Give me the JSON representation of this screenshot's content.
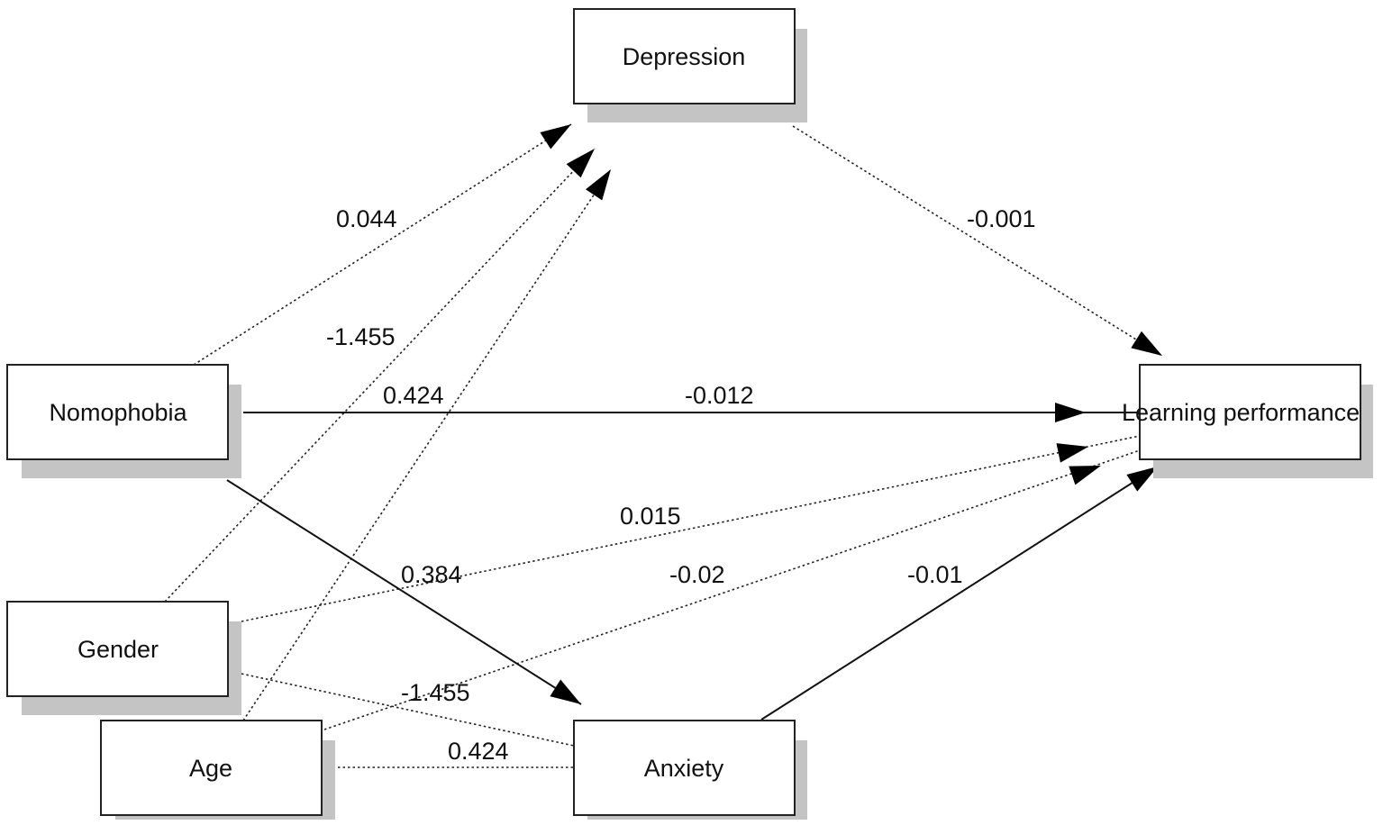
{
  "diagram": {
    "nodes": [
      {
        "id": "depression",
        "label": "Depression"
      },
      {
        "id": "nomophobia",
        "label": "Nomophobia"
      },
      {
        "id": "learning",
        "label": "Learning performance"
      },
      {
        "id": "gender",
        "label": "Gender"
      },
      {
        "id": "age",
        "label": "Age"
      },
      {
        "id": "anxiety",
        "label": "Anxiety"
      }
    ],
    "edges": [
      {
        "id": "nomo-dep",
        "from": "nomophobia",
        "to": "depression",
        "style": "dotted",
        "arrow": true,
        "label": "0.044"
      },
      {
        "id": "gender-dep",
        "from": "gender",
        "to": "depression",
        "style": "dotted",
        "arrow": true,
        "label": "-1.455"
      },
      {
        "id": "age-dep",
        "from": "age",
        "to": "depression",
        "style": "dotted",
        "arrow": true,
        "label": "0.424"
      },
      {
        "id": "dep-learn",
        "from": "depression",
        "to": "learning",
        "style": "dotted",
        "arrow": true,
        "label": "-0.001"
      },
      {
        "id": "nomo-learn",
        "from": "nomophobia",
        "to": "learning",
        "style": "solid",
        "arrow": true,
        "label": "-0.012"
      },
      {
        "id": "gender-learn",
        "from": "gender",
        "to": "learning",
        "style": "dotted",
        "arrow": true,
        "label": "0.015"
      },
      {
        "id": "age-learn",
        "from": "age",
        "to": "learning",
        "style": "dotted",
        "arrow": true,
        "label": "-0.02"
      },
      {
        "id": "nomo-anx",
        "from": "nomophobia",
        "to": "anxiety",
        "style": "solid",
        "arrow": true,
        "label": "0.384"
      },
      {
        "id": "anx-learn",
        "from": "anxiety",
        "to": "learning",
        "style": "solid",
        "arrow": true,
        "label": "-0.01"
      },
      {
        "id": "gender-anx",
        "from": "gender",
        "to": "anxiety",
        "style": "dotted",
        "arrow": false,
        "label": "-1.455"
      },
      {
        "id": "age-anx",
        "from": "age",
        "to": "anxiety",
        "style": "dotted",
        "arrow": false,
        "label": "0.424"
      }
    ]
  }
}
